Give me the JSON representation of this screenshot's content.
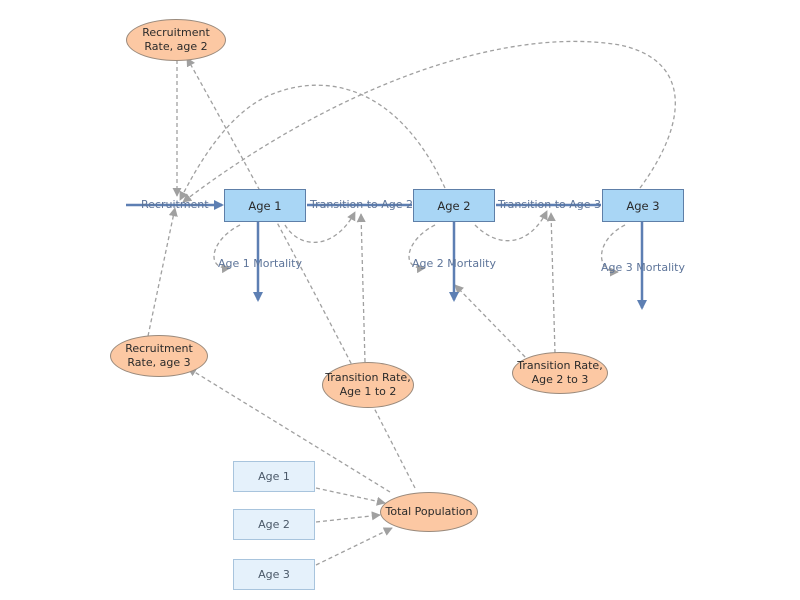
{
  "colors": {
    "stock_fill": "#a9d6f5",
    "variable_fill": "#fcc8a3",
    "ghost_fill": "#e5f1fb",
    "flow": "#5d7499",
    "link": "#a0a0a0"
  },
  "stocks": [
    {
      "id": "age1",
      "label": "Age 1"
    },
    {
      "id": "age2",
      "label": "Age 2"
    },
    {
      "id": "age3",
      "label": "Age 3"
    }
  ],
  "flows": [
    {
      "id": "recruitment",
      "label": "Recruitment"
    },
    {
      "id": "t12",
      "label": "Transition to Age 2"
    },
    {
      "id": "t23",
      "label": "Transition to Age 3"
    },
    {
      "id": "m1",
      "label": "Age 1 Mortality"
    },
    {
      "id": "m2",
      "label": "Age 2 Mortality"
    },
    {
      "id": "m3",
      "label": "Age 3 Mortality"
    }
  ],
  "variables": [
    {
      "id": "rr2",
      "lines": [
        "Recruitment",
        "Rate, age 2"
      ]
    },
    {
      "id": "rr3",
      "lines": [
        "Recruitment",
        "Rate, age 3"
      ]
    },
    {
      "id": "tr12",
      "lines": [
        "Transition Rate,",
        "Age 1 to 2"
      ]
    },
    {
      "id": "tr23",
      "lines": [
        "Transition Rate,",
        "Age 2 to 3"
      ]
    },
    {
      "id": "totpop",
      "lines": [
        "Total Population"
      ]
    }
  ],
  "ghosts": [
    {
      "id": "g1",
      "label": "Age 1"
    },
    {
      "id": "g2",
      "label": "Age 2"
    },
    {
      "id": "g3",
      "label": "Age 3"
    }
  ]
}
